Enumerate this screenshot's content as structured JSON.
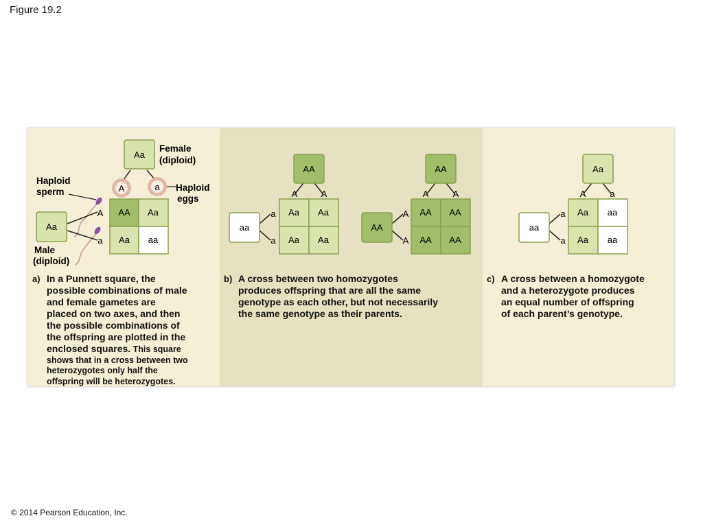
{
  "figure_title": "Figure 19.2",
  "copyright": "© 2014 Pearson Education, Inc.",
  "colors": {
    "panel_a_bg": "#f4efd6",
    "panel_b_bg": "#e6e1c1",
    "panel_c_bg": "#f4efd6",
    "cell_light": "#d9e3ac",
    "cell_dark": "#a3be6a",
    "cell_white": "#ffffff",
    "border": "#8aa050",
    "egg_ring": "#e0b9a6",
    "sperm_head": "#8f4fa8"
  },
  "panel_a": {
    "female_box": "Aa",
    "female_label_1": "Female",
    "female_label_2": "(diploid)",
    "haploid_sperm_1": "Haploid",
    "haploid_sperm_2": "sperm",
    "haploid_eggs_1": "Haploid",
    "haploid_eggs_2": "eggs",
    "egg_A": "A",
    "egg_a": "a",
    "male_box": "Aa",
    "male_label_1": "Male",
    "male_label_2": "(diploid)",
    "row_A": "A",
    "row_a": "a",
    "cells": [
      "AA",
      "Aa",
      "Aa",
      "aa"
    ],
    "caption_tag": "a)",
    "caption_lines": [
      "In a Punnett square, the",
      "possible combinations of male",
      "and female gametes are",
      "placed on two axes, and then",
      "the possible combinations of",
      "the offspring are plotted in the"
    ],
    "caption_line7a": "enclosed squares.",
    "caption_line7b": " This square",
    "caption_small_lines": [
      "shows that in a cross between two",
      "heterozygotes only half the",
      "offspring will be heterozygotes."
    ]
  },
  "panel_b": {
    "left": {
      "top_box": "AA",
      "col_1": "A",
      "col_2": "A",
      "side_box": "aa",
      "row_1": "a",
      "row_2": "a",
      "cells": [
        "Aa",
        "Aa",
        "Aa",
        "Aa"
      ]
    },
    "right": {
      "top_box": "AA",
      "col_1": "A",
      "col_2": "A",
      "side_box": "AA",
      "row_1": "A",
      "row_2": "A",
      "cells": [
        "AA",
        "AA",
        "AA",
        "AA"
      ]
    },
    "caption_tag": "b)",
    "caption_lines": [
      "A cross between two homozygotes",
      "produces offspring that are all the same",
      "genotype as each other, but not necessarily",
      "the same genotype as their parents."
    ]
  },
  "panel_c": {
    "top_box": "Aa",
    "col_1": "A",
    "col_2": "a",
    "side_box": "aa",
    "row_1": "a",
    "row_2": "a",
    "cells": [
      "Aa",
      "aa",
      "Aa",
      "aa"
    ],
    "caption_tag": "c)",
    "caption_lines": [
      "A cross between a homozygote",
      "and a heterozygote produces",
      "an equal number of offspring",
      "of each parent’s genotype."
    ]
  }
}
